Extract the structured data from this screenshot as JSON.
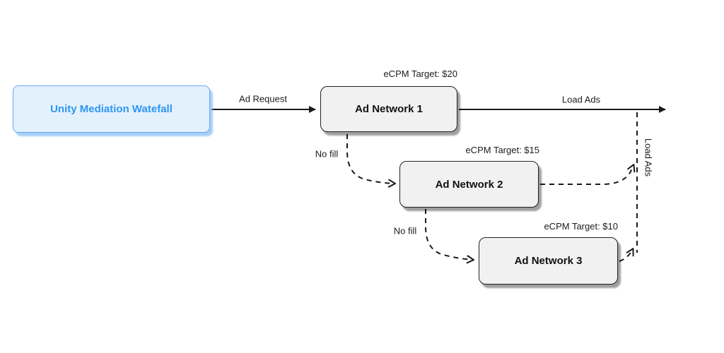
{
  "diagram": {
    "start": {
      "label": "Unity Mediation Watefall"
    },
    "networks": [
      {
        "label": "Ad Network 1",
        "ecpm": "eCPM Target: $20"
      },
      {
        "label": "Ad Network 2",
        "ecpm": "eCPM Target: $15"
      },
      {
        "label": "Ad Network 3",
        "ecpm": "eCPM Target: $10"
      }
    ],
    "edge_labels": {
      "ad_request": "Ad Request",
      "load_ads_main": "Load Ads",
      "load_ads_side": "Load Ads",
      "no_fill_1": "No fill",
      "no_fill_2": "No fill"
    },
    "colors": {
      "canvas_bg": "#ffffff",
      "start_fill": "#e3f1fd",
      "start_border": "#66a7f0",
      "start_text": "#2e96f1",
      "network_fill": "#f1f1f1",
      "network_border": "#222222",
      "network_text": "#111111",
      "edge_stroke": "#1a1a1a",
      "label_text": "#1c1c1c"
    }
  }
}
